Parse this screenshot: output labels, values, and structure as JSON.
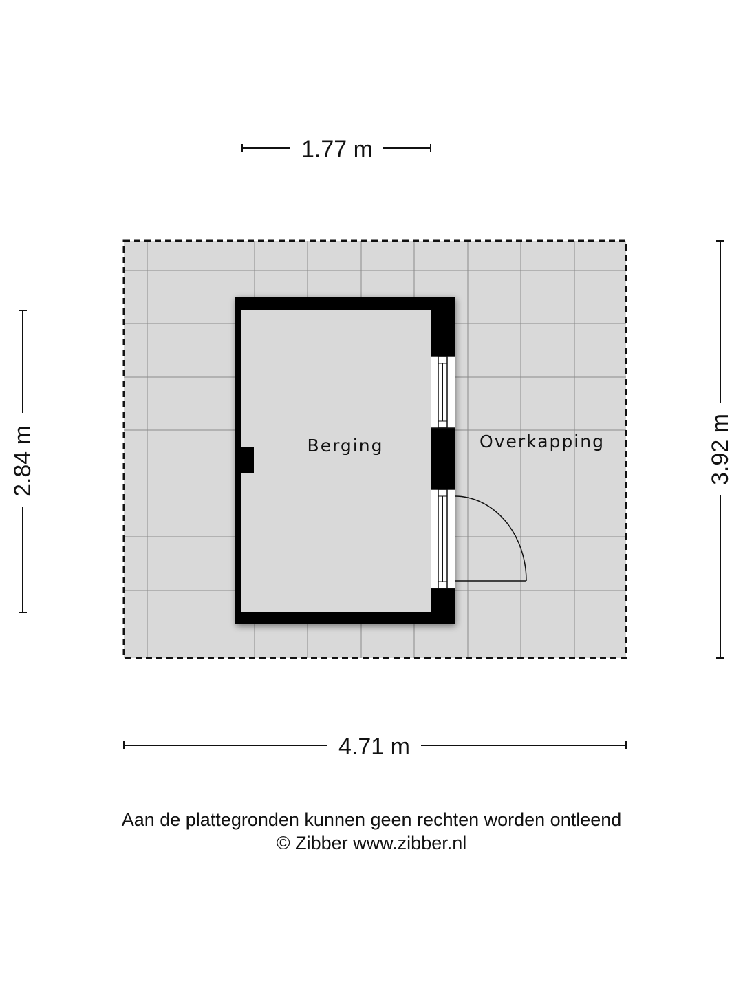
{
  "dimensions": {
    "top": "1.77 m",
    "left": "2.84 m",
    "right": "3.92 m",
    "bottom": "4.71 m"
  },
  "rooms": {
    "berging": "Berging",
    "overkapping": "Overkapping"
  },
  "footer": {
    "disclaimer": "Aan de plattegronden kunnen geen rechten worden ontleend",
    "copyright": "© Zibber www.zibber.nl"
  },
  "colors": {
    "floor": "#d9d9d9",
    "wall": "#000000",
    "grid": "#8a8a8a"
  }
}
